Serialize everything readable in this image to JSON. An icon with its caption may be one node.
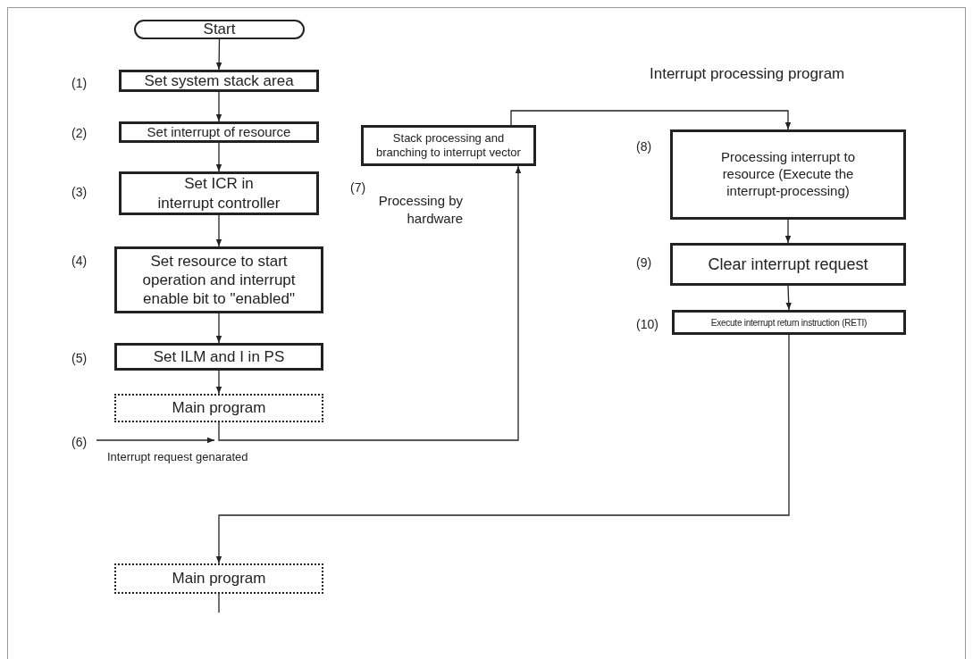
{
  "diagram": {
    "nodes": [
      {
        "text": [
          "Start"
        ]
      },
      {
        "text": [
          "Set system stack area"
        ]
      },
      {
        "text": [
          "Set interrupt of resource"
        ]
      },
      {
        "text": [
          "Set ICR in interrupt controller"
        ]
      },
      {
        "text": [
          "Set resource to start operation and interrupt enable bit to \"enabled\""
        ]
      },
      {
        "text": [
          "Set ILM and I in PS"
        ]
      },
      {
        "text": [
          "Main program"
        ]
      },
      {
        "text": [
          "Stack processing and branching to interrupt vector"
        ]
      },
      {
        "text": [
          "Processing interrupt to resource (Execute the interrupt-processing)"
        ]
      },
      {
        "text": [
          "Clear interrupt request"
        ]
      },
      {
        "text": [
          "Execute interrupt return instruction (RETI)"
        ]
      },
      {
        "text": [
          "Main program"
        ]
      }
    ],
    "edges": [
      {
        "from": 0,
        "to": 1,
        "arrow": "to"
      },
      {
        "from": 1,
        "to": 2,
        "arrow": "to"
      },
      {
        "from": 2,
        "to": 3,
        "arrow": "to"
      },
      {
        "from": 3,
        "to": 4,
        "arrow": "to"
      },
      {
        "from": 4,
        "to": 5,
        "arrow": "to"
      },
      {
        "from": 5,
        "to": 6,
        "arrow": "to"
      },
      {
        "from": 6,
        "to": 7,
        "arrow": "to"
      },
      {
        "from": 7,
        "to": 8,
        "arrow": "to"
      },
      {
        "from": 8,
        "to": 9,
        "arrow": "to"
      },
      {
        "from": 9,
        "to": 10,
        "arrow": "to"
      },
      {
        "from": 10,
        "to": 11,
        "arrow": "to"
      },
      {
        "from": 11,
        "to": null,
        "arrow": "none"
      }
    ],
    "labels": [
      "(1)",
      "Interrupt processing program",
      "(2)",
      "(3)",
      "(8)",
      "(7)",
      "Processing by hardware",
      "(4)",
      "(9)",
      "(10)",
      "(5)",
      "(6)",
      "Interrupt request genarated"
    ]
  }
}
